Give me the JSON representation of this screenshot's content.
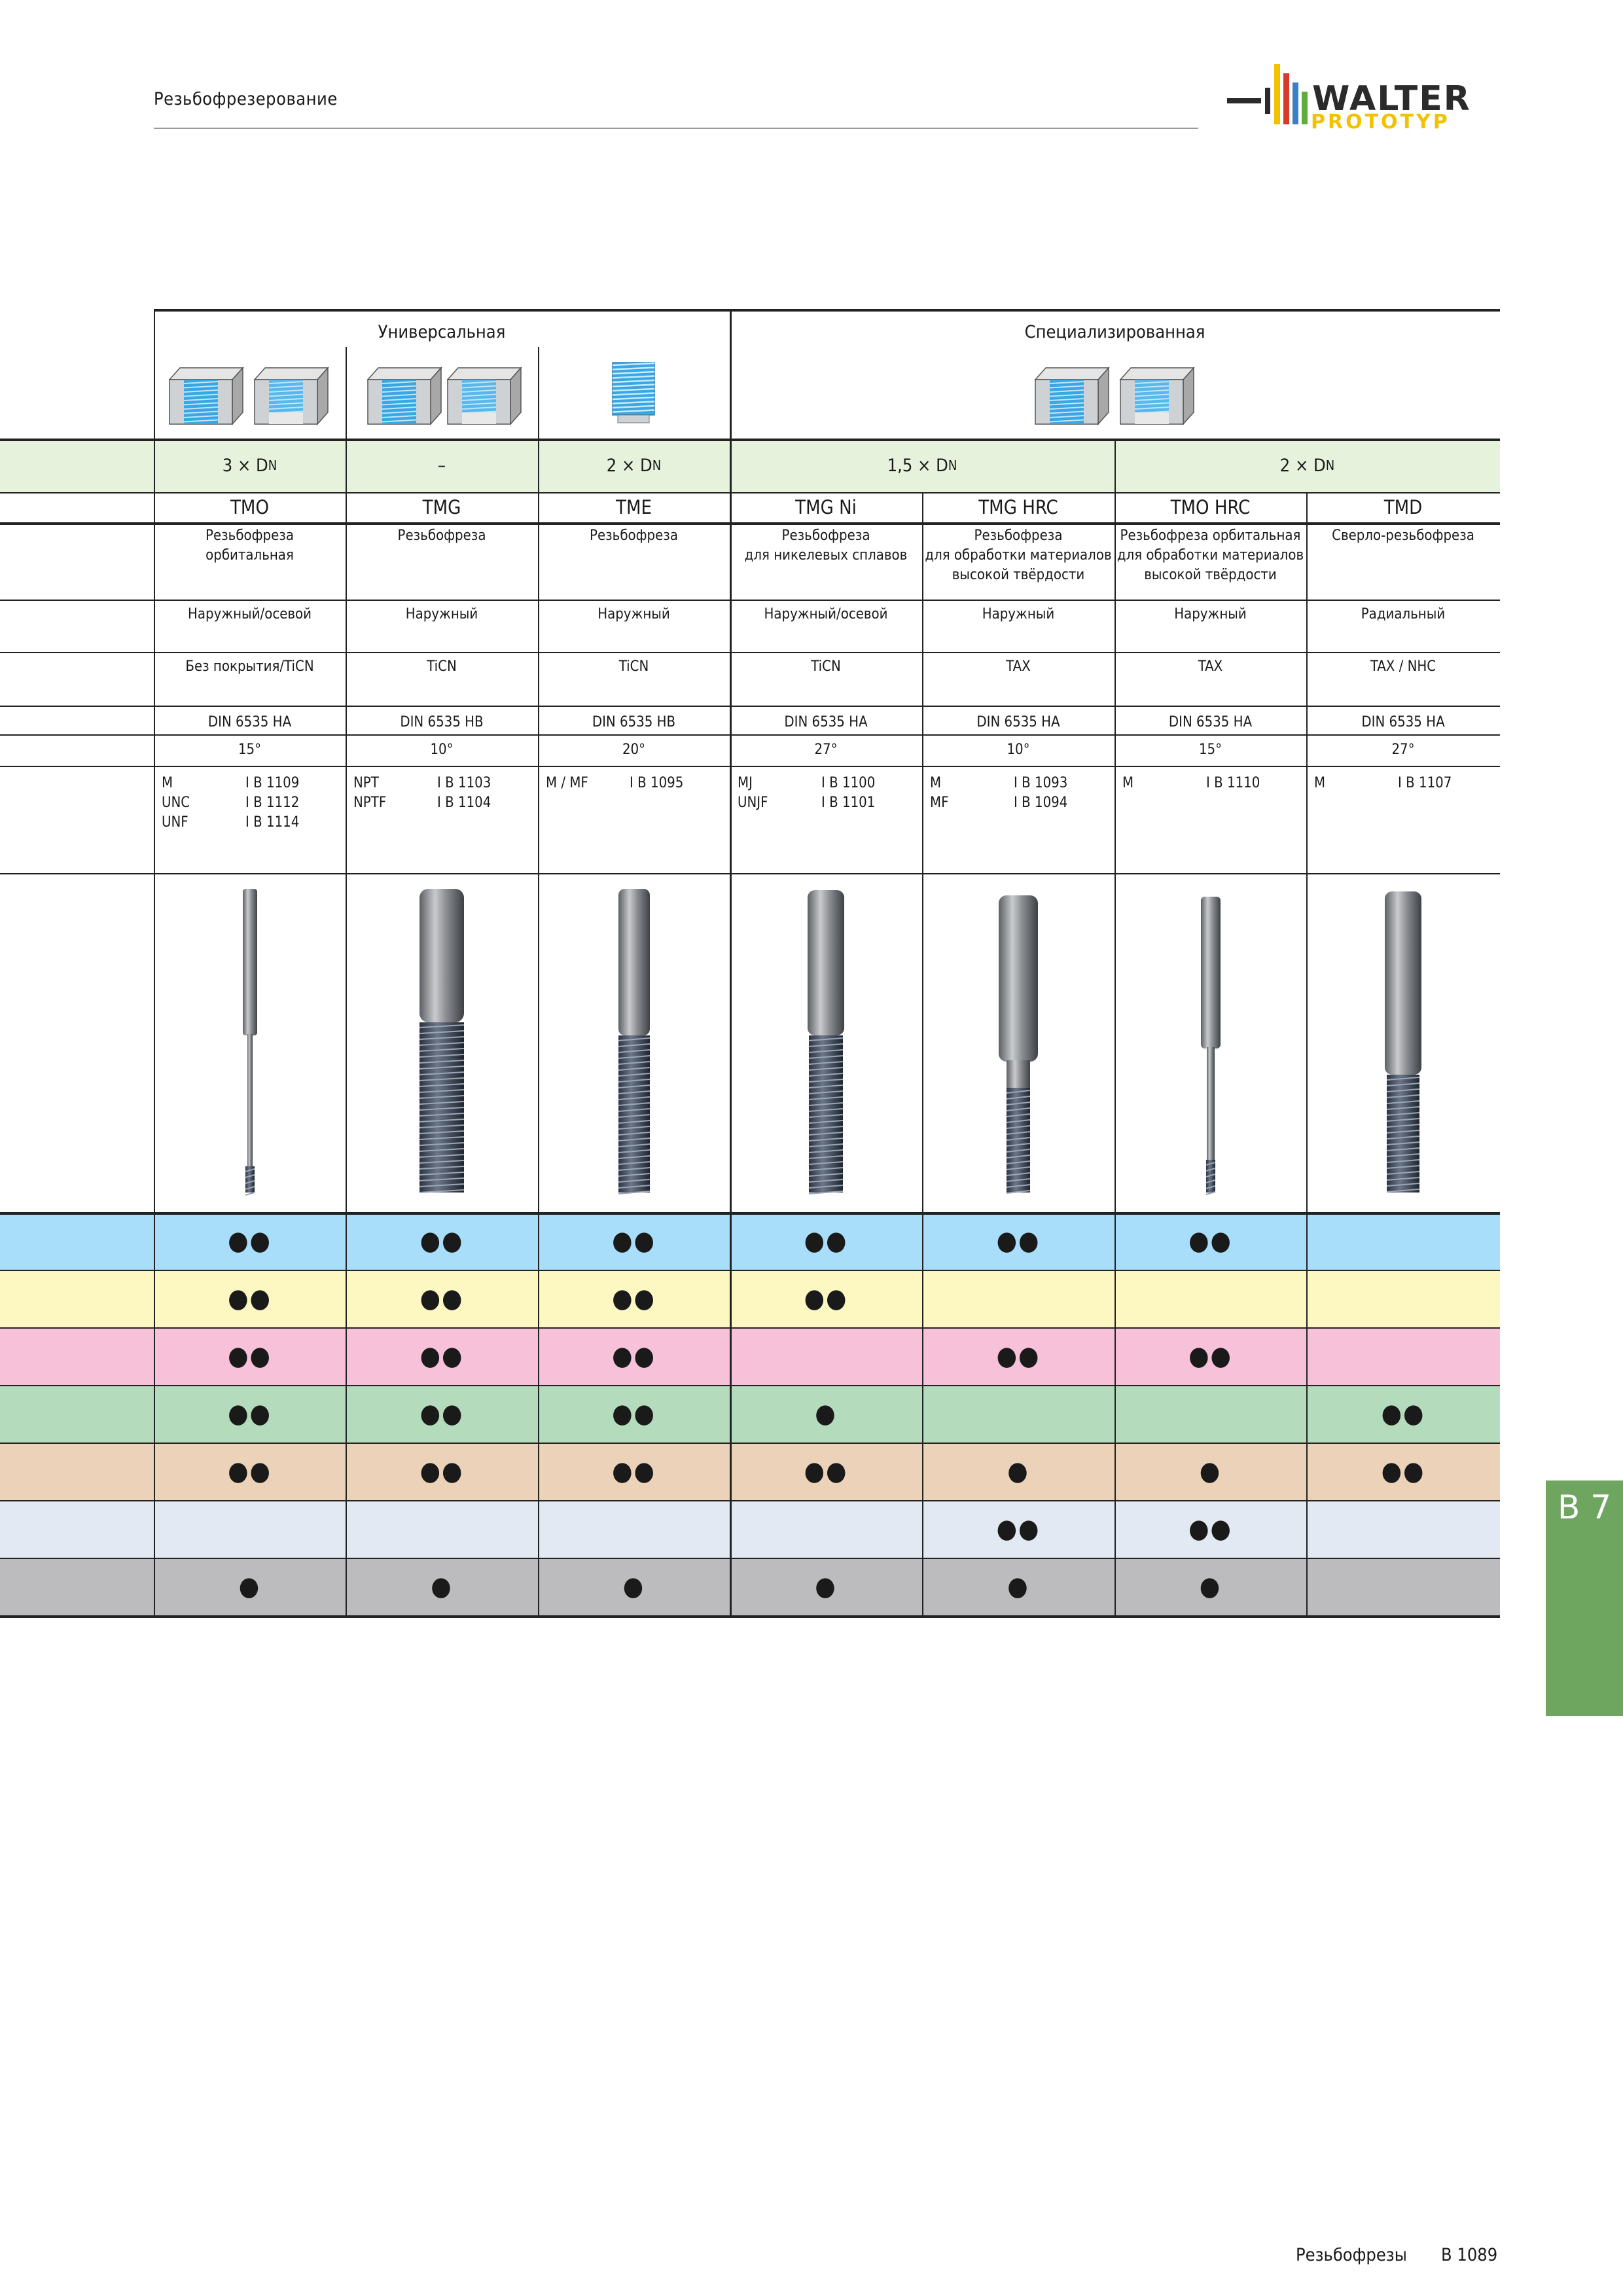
{
  "header": {
    "section_title": "Резьбофрезерование",
    "logo_text_1": "WALTER",
    "logo_text_2": "PROTOTYP",
    "logo_colors": [
      "#2b2b2b",
      "#f2c200",
      "#d63a2c",
      "#3b7fc4",
      "#5fae3b"
    ]
  },
  "groups": {
    "universal": "Универсальная",
    "specialized": "Специализированная"
  },
  "k_values": [
    "3 × D",
    "–",
    "2 × D",
    "1,5 × D",
    "2 × D"
  ],
  "k_subscript": "N",
  "tools": [
    {
      "name": "TMO",
      "desc": [
        "Резьбофреза",
        "орбитальная"
      ],
      "direction": "Наружный/осевой",
      "coating": "Без покрытия/TiCN",
      "shank": "DIN 6535 HA",
      "angle": "15°",
      "refs": [
        [
          "M",
          "I B 1109"
        ],
        [
          "UNC",
          "I B 1112"
        ],
        [
          "UNF",
          "I B 1114"
        ]
      ]
    },
    {
      "name": "TMG",
      "desc": [
        "Резьбофреза"
      ],
      "direction": "Наружный",
      "coating": "TiCN",
      "shank": "DIN 6535 HB",
      "angle": "10°",
      "refs": [
        [
          "NPT",
          "I B 1103"
        ],
        [
          "NPTF",
          "I B 1104"
        ]
      ]
    },
    {
      "name": "TME",
      "desc": [
        "Резьбофреза"
      ],
      "direction": "Наружный",
      "coating": "TiCN",
      "shank": "DIN 6535 HB",
      "angle": "20°",
      "refs": [
        [
          "M / MF",
          "I B 1095"
        ]
      ]
    },
    {
      "name": "TMG Ni",
      "desc": [
        "Резьбофреза",
        "для никелевых сплавов"
      ],
      "direction": "Наружный/осевой",
      "coating": "TiCN",
      "shank": "DIN 6535 HA",
      "angle": "27°",
      "refs": [
        [
          "MJ",
          "I B 1100"
        ],
        [
          "UNJF",
          "I B 1101"
        ]
      ]
    },
    {
      "name": "TMG HRC",
      "desc": [
        "Резьбофреза",
        "для обработки материалов",
        "высокой твёрдости"
      ],
      "direction": "Наружный",
      "coating": "TAX",
      "shank": "DIN 6535 HA",
      "angle": "10°",
      "refs": [
        [
          "M",
          "I B 1093"
        ],
        [
          "MF",
          "I B 1094"
        ]
      ]
    },
    {
      "name": "TMO HRC",
      "desc": [
        "Резьбофреза орбитальная",
        "для обработки материалов",
        "высокой твёрдости"
      ],
      "direction": "Наружный",
      "coating": "TAX",
      "shank": "DIN 6535 HA",
      "angle": "15°",
      "refs": [
        [
          "M",
          "I B 1110"
        ]
      ]
    },
    {
      "name": "TMD",
      "desc": [
        "Сверло-резьбофреза"
      ],
      "direction": "Радиальный",
      "coating": "TAX / NHC",
      "shank": "DIN 6535 HA",
      "angle": "27°",
      "refs": [
        [
          "M",
          "I B 1107"
        ]
      ]
    }
  ],
  "material_rows": [
    {
      "color": "#a9defa",
      "marks": [
        "●●",
        "●●",
        "●●",
        "●●",
        "●●",
        "●●",
        ""
      ]
    },
    {
      "color": "#fdf8c2",
      "marks": [
        "●●",
        "●●",
        "●●",
        "●●",
        "",
        "",
        ""
      ]
    },
    {
      "color": "#f7c1da",
      "marks": [
        "●●",
        "●●",
        "●●",
        "",
        "●●",
        "●●",
        ""
      ]
    },
    {
      "color": "#b3dbbc",
      "marks": [
        "●●",
        "●●",
        "●●",
        "●",
        "",
        "",
        "●●"
      ]
    },
    {
      "color": "#ecd2b8",
      "marks": [
        "●●",
        "●●",
        "●●",
        "●●",
        "●",
        "●",
        "●●"
      ]
    },
    {
      "color": "#e3e9f2",
      "marks": [
        "",
        "",
        "",
        "",
        "●●",
        "●●",
        ""
      ]
    },
    {
      "color": "#bcbcbe",
      "marks": [
        "●",
        "●",
        "●",
        "●",
        "●",
        "●",
        ""
      ]
    }
  ],
  "side_tab": "B 7",
  "footer": {
    "label": "Резьбофрезы",
    "page": "B 1089"
  }
}
